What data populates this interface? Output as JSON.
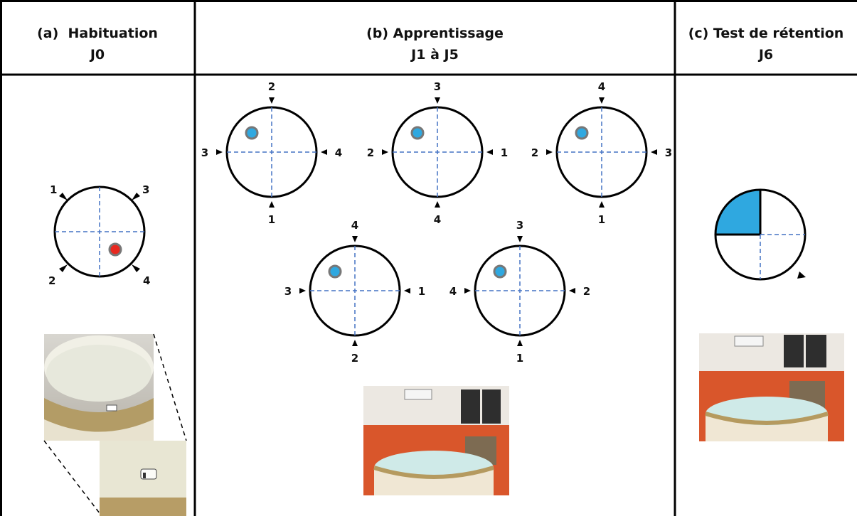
{
  "columns": {
    "a": {
      "title": "(a)  Habituation",
      "subtitle": "J0"
    },
    "b": {
      "title": "(b) Apprentissage",
      "subtitle": "J1 à J5"
    },
    "c": {
      "title": "(c) Test de rétention",
      "subtitle": "J6"
    }
  },
  "habituation": {
    "labels": [
      "1",
      "3",
      "2",
      "4"
    ],
    "platform_color": "#e8281f"
  },
  "learning": {
    "trials": [
      {
        "top": "2",
        "left": "3",
        "right": "4",
        "bottom": "1"
      },
      {
        "top": "3",
        "left": "2",
        "right": "1",
        "bottom": "4"
      },
      {
        "top": "4",
        "left": "2",
        "right": "3",
        "bottom": "1"
      },
      {
        "top": "4",
        "left": "3",
        "right": "1",
        "bottom": "2"
      },
      {
        "top": "3",
        "left": "4",
        "right": "2",
        "bottom": "1"
      }
    ],
    "platform_color": "#2fa8e0"
  },
  "retention": {
    "target_quadrant_color": "#2fa8e0"
  },
  "colors": {
    "grid_line": "#4472c4",
    "platform_border": "#777777",
    "border": "#000000"
  }
}
